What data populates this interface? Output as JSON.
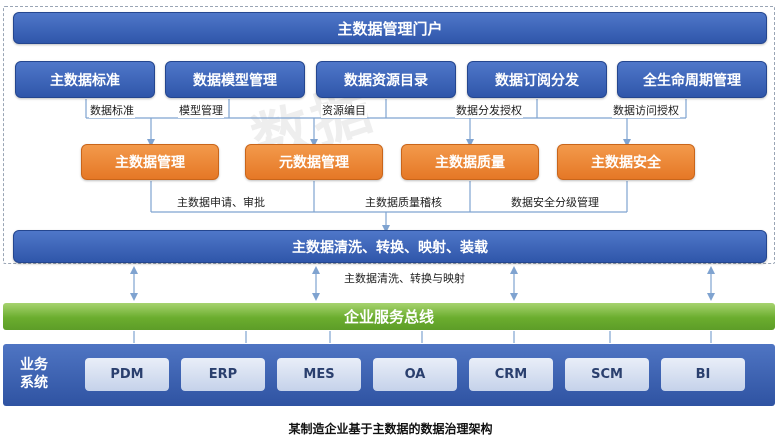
{
  "portal": "主数据管理门户",
  "modules": [
    "主数据标准",
    "数据模型管理",
    "数据资源目录",
    "数据订阅分发",
    "全生命周期管理"
  ],
  "module_labels": [
    "数据标准",
    "模型管理",
    "资源编目",
    "数据分发授权",
    "数据访问授权"
  ],
  "core": [
    "主数据管理",
    "元数据管理",
    "主数据质量",
    "主数据安全"
  ],
  "core_labels": [
    "主数据申请、审批",
    "主数据质量稽核",
    "数据安全分级管理"
  ],
  "cleaning": "主数据清洗、转换、映射、装载",
  "cleaning_label": "主数据清洗、转换与映射",
  "esb": "企业服务总线",
  "business": {
    "title": "业务系统",
    "systems": [
      "PDM",
      "ERP",
      "MES",
      "OA",
      "CRM",
      "SCM",
      "BI"
    ]
  },
  "caption": "某制造企业基于主数据的数据治理架构",
  "watermark": "数据",
  "colors": {
    "blue": "#3a62b6",
    "orange": "#ee8a36",
    "green": "#76b53a",
    "connector": "#7fa3d0"
  }
}
